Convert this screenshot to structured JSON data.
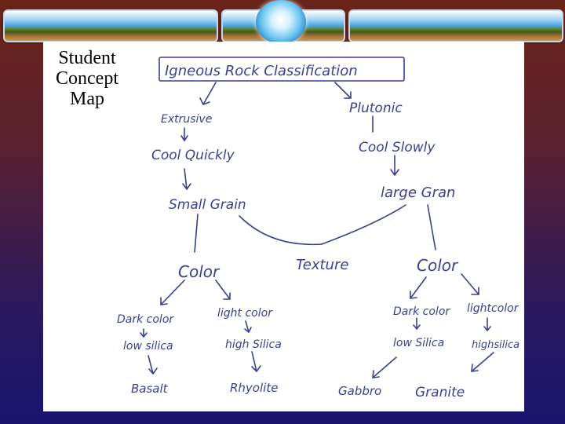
{
  "caption": {
    "line1": "Student",
    "line2": "Concept",
    "line3": "Map"
  },
  "map": {
    "title": "Igneous Rock Classification",
    "extrusive": "Extrusive",
    "plutonic": "Plutonic",
    "cool_quickly": "Cool Quickly",
    "cool_slowly": "Cool Slowly",
    "small_grain": "Small Grain",
    "large_grain": "large Gran",
    "texture": "Texture",
    "color_left": "Color",
    "color_right": "Color",
    "dark_color_left": "Dark color",
    "light_color_left": "light color",
    "dark_color_right": "Dark color",
    "light_color_right": "lightcolor",
    "low_silica_left": "low silica",
    "high_silica_left": "high Silica",
    "low_silica_right": "low Silica",
    "high_silica_right": "highsilica",
    "basalt": "Basalt",
    "rhyolite": "Rhyolite",
    "gabbro": "Gabbro",
    "granite": "Granite"
  }
}
